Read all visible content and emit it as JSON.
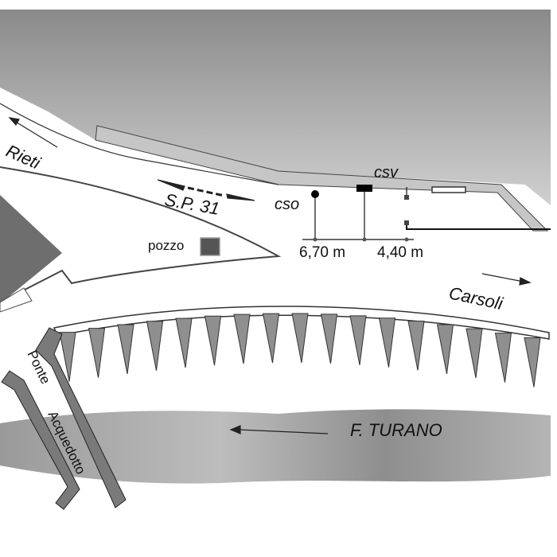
{
  "labels": {
    "rieti": "Rieti",
    "sp31": "S.P. 31",
    "pozzo": "pozzo",
    "cso": "cso",
    "csv": "csv",
    "dist1": "6,70 m",
    "dist2": "4,40 m",
    "carsoli": "Carsoli",
    "turano": "F.  TURANO",
    "ponte": "Ponte",
    "acquedotto": "Acquedotto"
  },
  "colors": {
    "hill_dark": "#8c8c8c",
    "hill_light": "#c8c8c8",
    "river": "#a8a8a8",
    "bridge": "#777777"
  }
}
